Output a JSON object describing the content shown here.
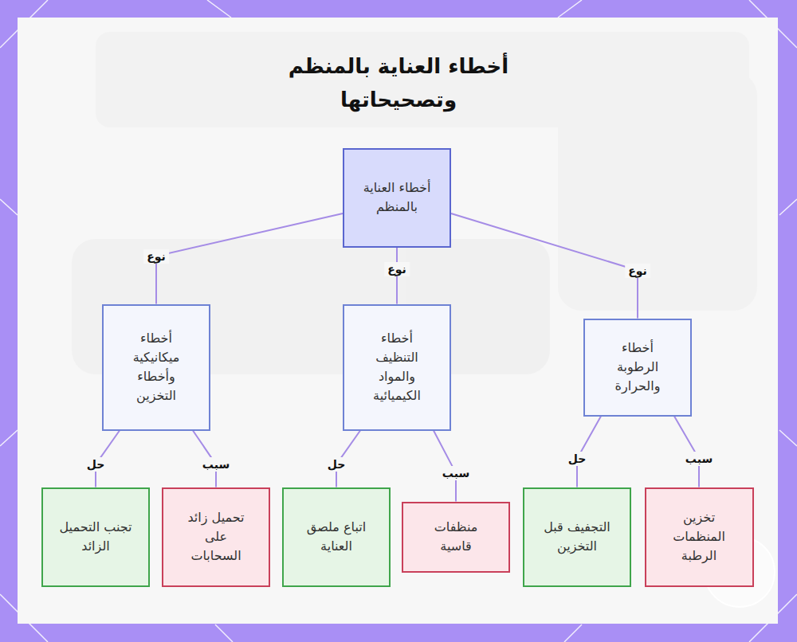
{
  "diagram": {
    "title": "أخطاء العناية بالمنظم وتصحيحاتها",
    "nodes": [
      {
        "text": [
          "أخطاء العناية بالمنظم"
        ]
      },
      {
        "text": [
          "أخطاء الرطوبة والحرارة"
        ]
      },
      {
        "text": [
          "أخطاء التنظيف والمواد الكيميائية"
        ]
      },
      {
        "text": [
          "أخطاء ميكانيكية وأخطاء التخزين"
        ]
      },
      {
        "text": [
          "تخزين المنظمات الرطبة"
        ]
      },
      {
        "text": [
          "التجفيف قبل التخزين"
        ]
      },
      {
        "text": [
          "منظفات قاسية"
        ]
      },
      {
        "text": [
          "اتباع ملصق العناية"
        ]
      },
      {
        "text": [
          "تحميل زائد على السحابات"
        ]
      },
      {
        "text": [
          "تجنب التحميل الزائد"
        ]
      }
    ],
    "edges": [
      {
        "from": 0,
        "to": 1,
        "label": "نوع",
        "arrow": "none"
      },
      {
        "from": 0,
        "to": 2,
        "label": "نوع",
        "arrow": "none"
      },
      {
        "from": 0,
        "to": 3,
        "label": "نوع",
        "arrow": "none"
      },
      {
        "from": 1,
        "to": 4,
        "label": "سبب",
        "arrow": "none"
      },
      {
        "from": 1,
        "to": 5,
        "label": "حل",
        "arrow": "none"
      },
      {
        "from": 2,
        "to": 6,
        "label": "سبب",
        "arrow": "none"
      },
      {
        "from": 2,
        "to": 7,
        "label": "حل",
        "arrow": "none"
      },
      {
        "from": 3,
        "to": 8,
        "label": "سبب",
        "arrow": "none"
      },
      {
        "from": 3,
        "to": 9,
        "label": "حل",
        "arrow": "none"
      }
    ]
  }
}
